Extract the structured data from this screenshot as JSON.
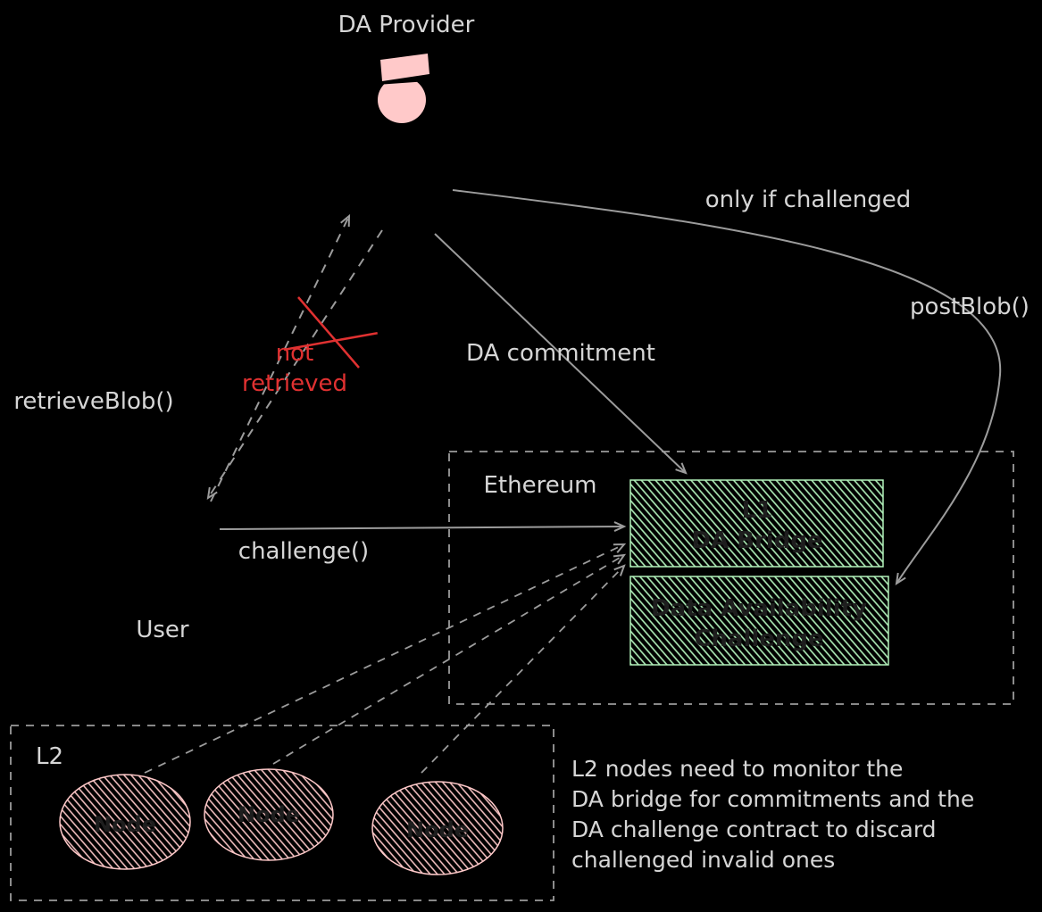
{
  "colors": {
    "background": "#000000",
    "line": "#9c9c9c",
    "text": "#d6d6d6",
    "accent_red": "#e03131",
    "accent_green": "#b2f2bb",
    "accent_pink": "#ffc9c9",
    "box_text": "#1e1e1e"
  },
  "labels": {
    "da_provider": "DA Provider",
    "only_if_challenged": "only if challenged",
    "post_blob": "postBlob()",
    "retrieve_blob": "retrieveBlob()",
    "not_retrieved": [
      "not",
      "retrieved"
    ],
    "da_commitment": "DA commitment",
    "ethereum": "Ethereum",
    "challenge": "challenge()",
    "user": "User",
    "l2": "L2"
  },
  "bridge_box": {
    "line1": "L1",
    "line2": "DA Bridge"
  },
  "challenge_box": {
    "line1": "Data Availability",
    "line2": "Challenge"
  },
  "nodes": [
    {
      "label": "Node"
    },
    {
      "label": "Node"
    },
    {
      "label": "Node"
    }
  ],
  "note": [
    "L2 nodes need to monitor the",
    "DA bridge for commitments and the",
    "DA challenge contract to discard",
    "challenged invalid ones"
  ]
}
